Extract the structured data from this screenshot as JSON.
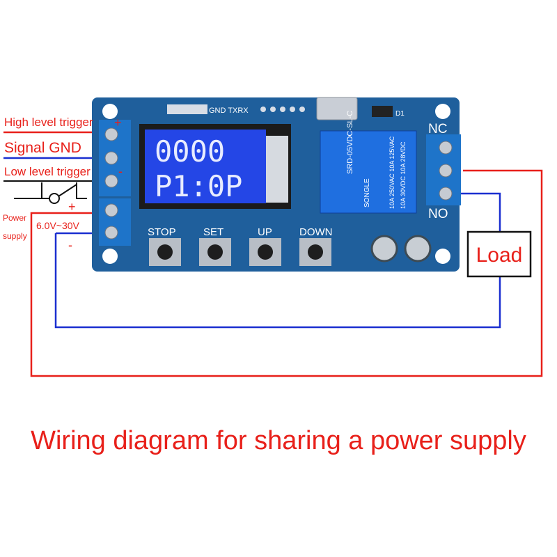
{
  "labels": {
    "high_level_trigger": "High level trigger",
    "signal_gnd": "Signal GND",
    "low_level_trigger": "Low level trigger",
    "power_supply_line1": "Power",
    "power_supply_line2": "supply",
    "voltage_range": "6.0V~30V",
    "plus": "+",
    "minus": "-",
    "nc": "NC",
    "no": "NO",
    "load": "Load"
  },
  "board": {
    "header_text": "GND TXRX",
    "d1_label": "D1",
    "relay_lines": [
      "SRD-05VDC-SL-C",
      "10A 250VAC 10A 125VAC",
      "10A 30VDC 10A 28VDC",
      "SONGLE"
    ],
    "buttons": [
      "STOP",
      "SET",
      "UP",
      "DOWN"
    ]
  },
  "lcd": {
    "line1": "0000",
    "line2": "P1:0P"
  },
  "caption": "Wiring diagram for sharing a power supply",
  "colors": {
    "wire_red": "#e8201a",
    "wire_blue": "#1a2fd0",
    "board": "#1f5f9c",
    "lcd": "#2446e6",
    "terminal": "#1e74c9"
  }
}
